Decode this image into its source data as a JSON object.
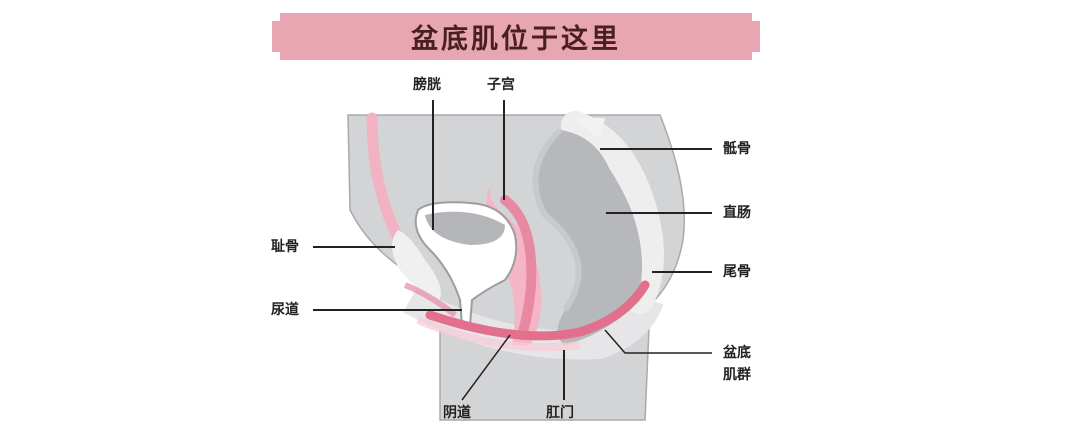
{
  "title": "盆底肌位于这里",
  "colors": {
    "banner": "#e8a6b2",
    "title_text": "#4a1f22",
    "tissue_gray": "#d3d4d6",
    "organ_gray": "#b7b8bb",
    "bone_white": "#eeeeee",
    "muscle_pink": "#e26f8c",
    "light_pink": "#f4b6c6",
    "leader_line": "#222222"
  },
  "labels": {
    "bladder": "膀胱",
    "uterus": "子宫",
    "sacrum": "骶骨",
    "rectum": "直肠",
    "pubic_bone": "耻骨",
    "coccyx": "尾骨",
    "urethra": "尿道",
    "pelvic_floor_line1": "盆底",
    "pelvic_floor_line2": "肌群",
    "vagina": "阴道",
    "anus": "肛门"
  }
}
